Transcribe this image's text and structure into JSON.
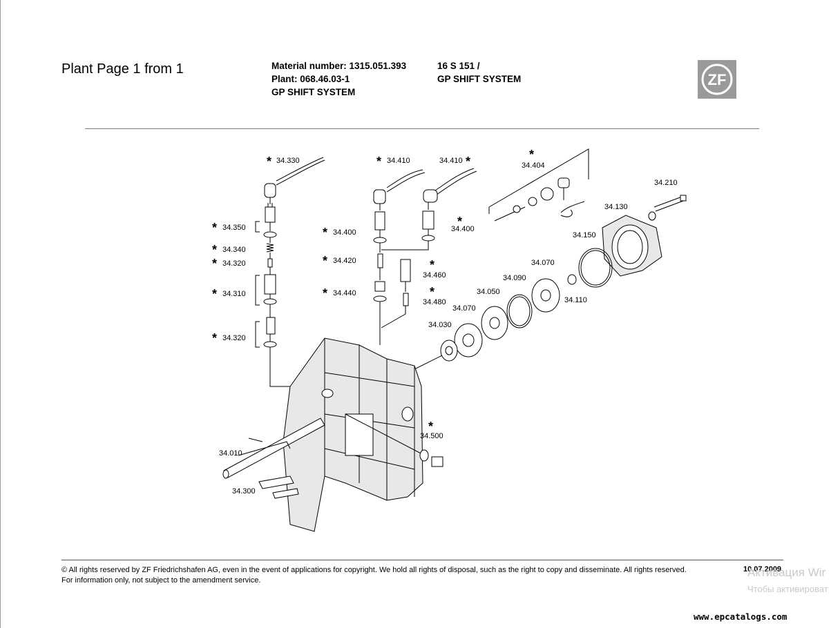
{
  "header": {
    "page_title": "Plant Page 1 from 1",
    "material_number": "Material number: 1315.051.393",
    "plant": "Plant: 068.46.03-1",
    "group_name": "GP SHIFT SYSTEM",
    "model": "16 S 151 /",
    "model_group": "GP SHIFT SYSTEM",
    "logo_text": "ZF"
  },
  "diagram": {
    "asterisk": "*",
    "labels": {
      "p34330": "34.330",
      "p34350": "34.350",
      "p34340": "34.340",
      "p34320a": "34.320",
      "p34310": "34.310",
      "p34320b": "34.320",
      "p34410a": "34.410",
      "p34410b": "34.410",
      "p34400a": "34.400",
      "p34400b": "34.400",
      "p34420": "34.420",
      "p34440": "34.440",
      "p34460": "34.460",
      "p34480": "34.480",
      "p34404": "34.404",
      "p34210": "34.210",
      "p34130": "34.130",
      "p34150": "34.150",
      "p34070a": "34.070",
      "p34090": "34.090",
      "p34110": "34.110",
      "p34050": "34.050",
      "p34070b": "34.070",
      "p34030": "34.030",
      "p34500": "34.500",
      "p34010": "34.010",
      "p34300": "34.300"
    }
  },
  "footer": {
    "rights": "© All rights reserved by ZF Friedrichshafen AG, even in the event of applications for copyright. We hold all rights of disposal, such as the right to copy and disseminate. All rights reserved.",
    "info": "For information only, not subject to the amendment service.",
    "date": "10.07.2009",
    "watermark_line1": "Активация Wir",
    "watermark_line2": "Чтобы активироват",
    "site": "www.epcatalogs.com"
  },
  "colors": {
    "logo_bg": "#9a9a9a",
    "logo_fg": "#ffffff",
    "watermark": "#c9c9c9"
  }
}
